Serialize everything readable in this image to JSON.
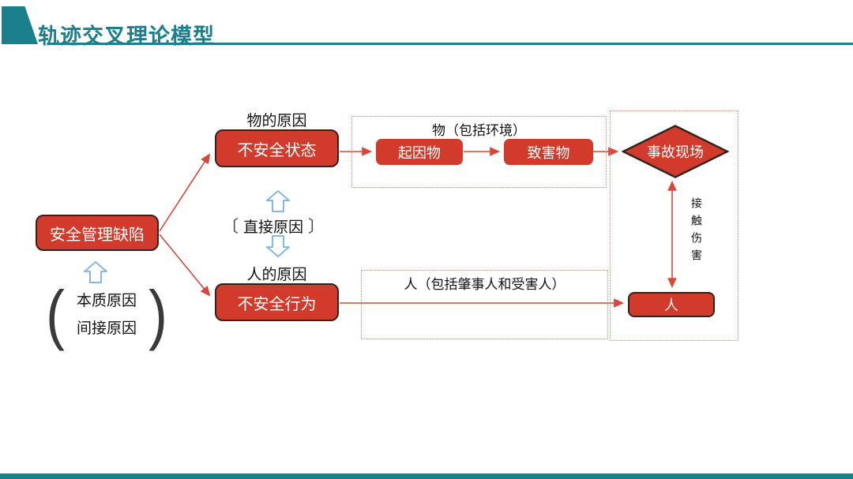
{
  "colors": {
    "teal": "#1b7f8c",
    "red": "#d23b2c",
    "dark": "#33221e",
    "conn": "#d8473a",
    "dashred": "#e2836f",
    "blue": "#85b7e8",
    "ink": "#111111"
  },
  "header": {
    "title": "轨迹交叉理论模型"
  },
  "diagram": {
    "management_box": "安全管理缺陷",
    "indirect_bracket": {
      "open": "(",
      "line1": "本质原因",
      "line2": "间接原因",
      "close": ")"
    },
    "thing_cause_label": "物的原因",
    "unsafe_state_box": "不安全状态",
    "direct_cause": {
      "open": "〔",
      "label": "直接原因",
      "close": "〕"
    },
    "human_cause_label": "人的原因",
    "unsafe_behavior_box": "不安全行为",
    "thing_group_label": "物（包括环境）",
    "initiating_box": "起因物",
    "harming_box": "致害物",
    "accident_diamond": "事故现场",
    "human_group_label": "人（包括肇事人和受害人）",
    "person_box": "人",
    "contact_injury_label": "接触伤害"
  }
}
